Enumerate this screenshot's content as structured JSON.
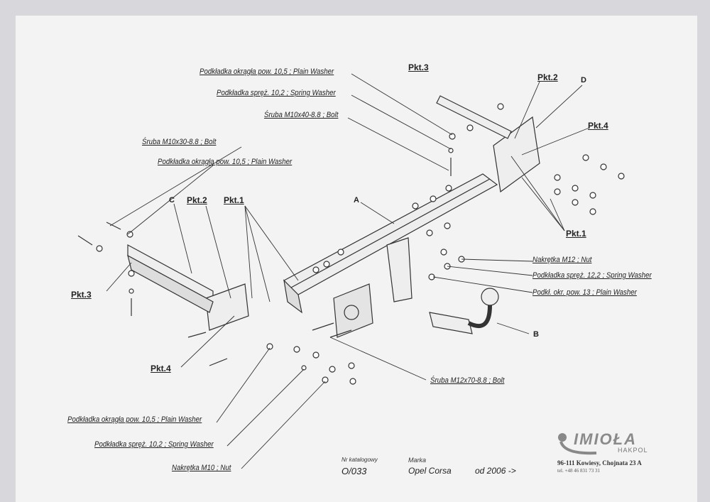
{
  "callouts": {
    "top_plain_washer": "Podkładka okrągła pow. 10,5 ; Plain Washer",
    "top_spring_washer": "Podkładka spręż. 10,2 ; Spring Washer",
    "top_bolt": "Śruba M10x40-8.8  ;  Bolt",
    "left_bolt": "Śruba M10x30-8.8  ; Bolt",
    "left_plain_washer": "Podkładka okrągła pow. 10,5 ; Plain Washer",
    "nut_m12": "Nakrętka  M12 ; Nut",
    "spring_washer_12": "Podkładka spręż. 12,2 ; Spring Washer",
    "plain_washer_13": "Podkł. okr. pow. 13 ; Plain Washer",
    "bolt_m12": "Śruba M12x70-8.8  ;  Bolt",
    "bottom_plain_washer": "Podkładka okrągła pow. 10,5 ; Plain Washer",
    "bottom_spring_washer": "Podkładka spręż. 10,2 ; Spring Washer",
    "nut_m10": "Nakrętka  M10 ; Nut"
  },
  "points": {
    "pkt3_top": "Pkt.3",
    "pkt2_top": "Pkt.2",
    "d": "D",
    "pkt4_right": "Pkt.4",
    "pkt1_right": "Pkt.1",
    "c": "C",
    "pkt2_left": "Pkt.2",
    "pkt1_left": "Pkt.1",
    "a": "A",
    "pkt3_left": "Pkt.3",
    "pkt4_left": "Pkt.4",
    "b": "B"
  },
  "footer": {
    "catalog_label": "Nr katalogowy",
    "catalog_number": "O/033",
    "make_label": "Marka",
    "make": "Opel Corsa",
    "year": "od 2006 ->",
    "brand": "IMIOŁA",
    "brand_sub": "HAKPOL",
    "address": "96-111 Kowiesy, Chojnata 23 A",
    "phone": "tel. +48 46 831 73 31"
  }
}
